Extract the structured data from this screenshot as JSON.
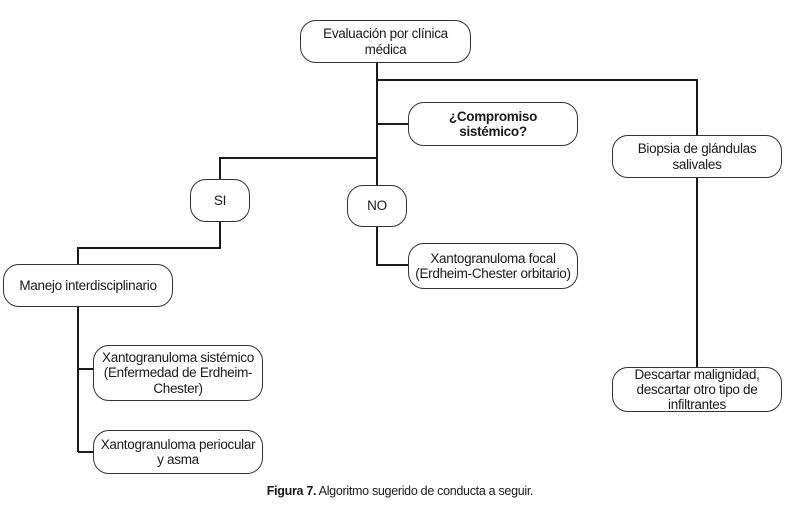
{
  "nodes": {
    "evaluacion": "Evaluación por clínica médica",
    "compromiso": "¿Compromiso sistémico?",
    "biopsia": "Biopsia de glándulas salivales",
    "si": "SI",
    "no": "NO",
    "manejo": "Manejo interdisciplinario",
    "xantofocal": "Xantogranuloma focal (Erdheim-Chester orbitario)",
    "xantosistemico": "Xantogranuloma sistémico (Enfermedad de Erdheim-Chester)",
    "xantoperiocular": "Xantogranuloma periocular y asma",
    "descartar": "Descartar malignidad, descartar otro tipo de infiltrantes"
  },
  "caption": {
    "label": "Figura 7.",
    "text": " Algoritmo sugerido de conducta a seguir."
  },
  "colors": {
    "line": "#1a1a1a",
    "border": "#333333"
  }
}
